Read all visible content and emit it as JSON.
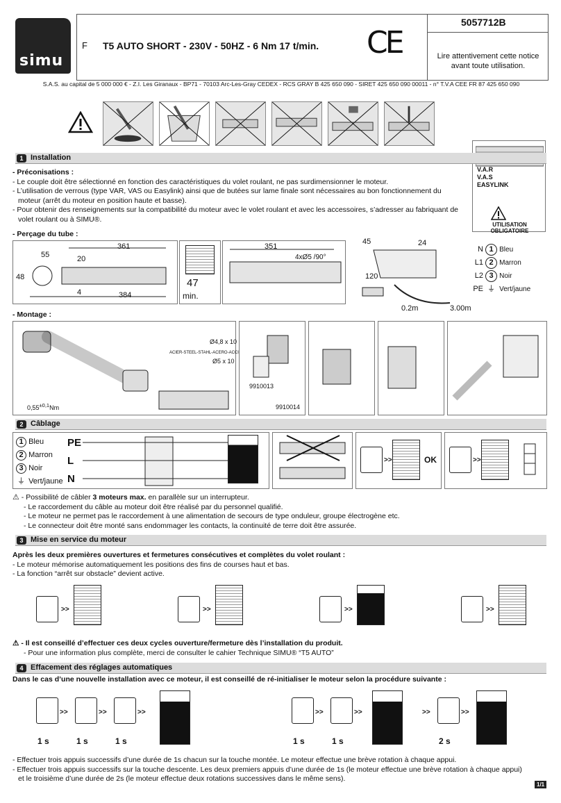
{
  "header": {
    "brand": "simu",
    "lang": "F",
    "title": "T5 AUTO SHORT - 230V - 50HZ - 6 Nm 17 t/min.",
    "ce_mark": "CE",
    "reference": "5057712B",
    "notice": "Lire attentivement cette notice avant toute utilisation.",
    "legal": "S.A.S. au capital de 5 000 000 € - Z.I. Les Giranaux - BP71 - 70103 Arc-Les-Gray CEDEX - RCS GRAY B 425 650 090 - SIRET 425 650 090 00011 - n° T.V.A CEE FR 87 425 650 090"
  },
  "var_tag": {
    "lines": [
      "V.A.R",
      "V.A.S",
      "EASYLINK"
    ],
    "mandatory": "UTILISATION OBLIGATOIRE"
  },
  "s1": {
    "num": "1",
    "title": "Installation",
    "precos_title": "- Préconisations :",
    "precos": [
      "- Le couple doit être sélectionné en fonction des caractéristiques du volet roulant, ne pas surdimensionner le moteur.",
      "- L’utilisation de verrous (type VAR, VAS ou Easylink) ainsi que de butées sur lame finale sont nécessaires au bon fonctionnement du",
      "moteur (arrêt du moteur en position haute et basse).",
      "- Pour obtenir des renseignements sur la compatibilité du moteur avec le volet roulant et avec les accessoires, s’adresser au fabriquant de",
      "volet roulant ou à SIMU®."
    ],
    "percage_title": "- Perçage du tube :",
    "montage_title": "- Montage :",
    "dims": {
      "d361": "361",
      "d55": "55",
      "d20": "20",
      "d48": "48",
      "d4": "4",
      "d384": "384",
      "d47": "47",
      "min": "min.",
      "d351": "351",
      "holes": "4xØ5 /90°",
      "d45": "45",
      "d24": "24",
      "d120": "120",
      "c02": "0.2m",
      "c300": "3.00m"
    },
    "wires": [
      {
        "code": "N",
        "num": "1",
        "label": "Bleu"
      },
      {
        "code": "L1",
        "num": "2",
        "label": "Marron"
      },
      {
        "code": "L2",
        "num": "3",
        "label": "Noir"
      },
      {
        "code": "PE",
        "num": "⏚",
        "label": "Vert/jaune"
      }
    ],
    "montage": {
      "screws": "Ø4,8 x 10",
      "materials": "ACIER-STEEL-STAHL-ACERO-ACCIAIO",
      "screws2": "Ø5 x 10",
      "torque": "0,55",
      "torque_tol": "±0,1",
      "torque_unit": "Nm",
      "part1": "9910013",
      "part2": "9910014"
    }
  },
  "s2": {
    "num": "2",
    "title": "Câblage",
    "legend": [
      {
        "num": "1",
        "label": "Bleu"
      },
      {
        "num": "2",
        "label": "Marron"
      },
      {
        "num": "3",
        "label": "Noir"
      },
      {
        "num": "⏚",
        "label": "Vert/jaune"
      }
    ],
    "terminals": [
      "PE",
      "L",
      "N"
    ],
    "ok": "OK",
    "notes_first_a": "- Possibilité de câbler ",
    "notes_first_b": "3 moteurs max.",
    "notes_first_c": " en parallèle sur un interrupteur.",
    "notes": [
      "- Le raccordement du câble au moteur doit être réalisé par du personnel qualifié.",
      "- Le moteur ne permet pas le raccordement à une alimentation de secours de type onduleur, groupe électrogène etc.",
      "- Le connecteur doit être monté sans endommager les contacts, la continuité de terre doit être assurée."
    ]
  },
  "s3": {
    "num": "3",
    "title": "Mise en service du moteur",
    "lead": "Après les deux premières ouvertures et fermetures consécutives et complètes du volet roulant :",
    "lines": [
      "- Le moteur mémorise automatiquement les positions des fins de courses haut et bas.",
      "- La fonction “arrêt sur obstacle” devient active."
    ],
    "advice": "- Il est conseillé d’effectuer ces deux cycles ouverture/fermeture dès l’installation du produit.",
    "advice2": "- Pour une information plus complète, merci de consulter le cahier Technique SIMU® “T5 AUTO”",
    "arrows": ">>"
  },
  "s4": {
    "num": "4",
    "title": "Effacement des réglages automatiques",
    "lead": "Dans le cas d’une nouvelle installation avec ce moteur, il est conseillé de ré-initialiser le moteur selon la procédure suivante :",
    "durations_up": [
      "1 s",
      "1 s",
      "1 s"
    ],
    "durations_down": [
      "1 s",
      "1 s",
      "2 s"
    ],
    "lines": [
      "- Effectuer trois appuis successifs d’une durée de 1s chacun sur la touche montée. Le moteur effectue une brève rotation à chaque appui.",
      "- Effectuer trois appuis successifs sur la touche descente. Les deux premiers appuis d’une durée de 1s (le moteur effectue une brève rotation à chaque appui)",
      "et le troisième d’une durée de 2s (le moteur effectue deux rotations successives dans le même sens)."
    ]
  },
  "page": "1/1"
}
